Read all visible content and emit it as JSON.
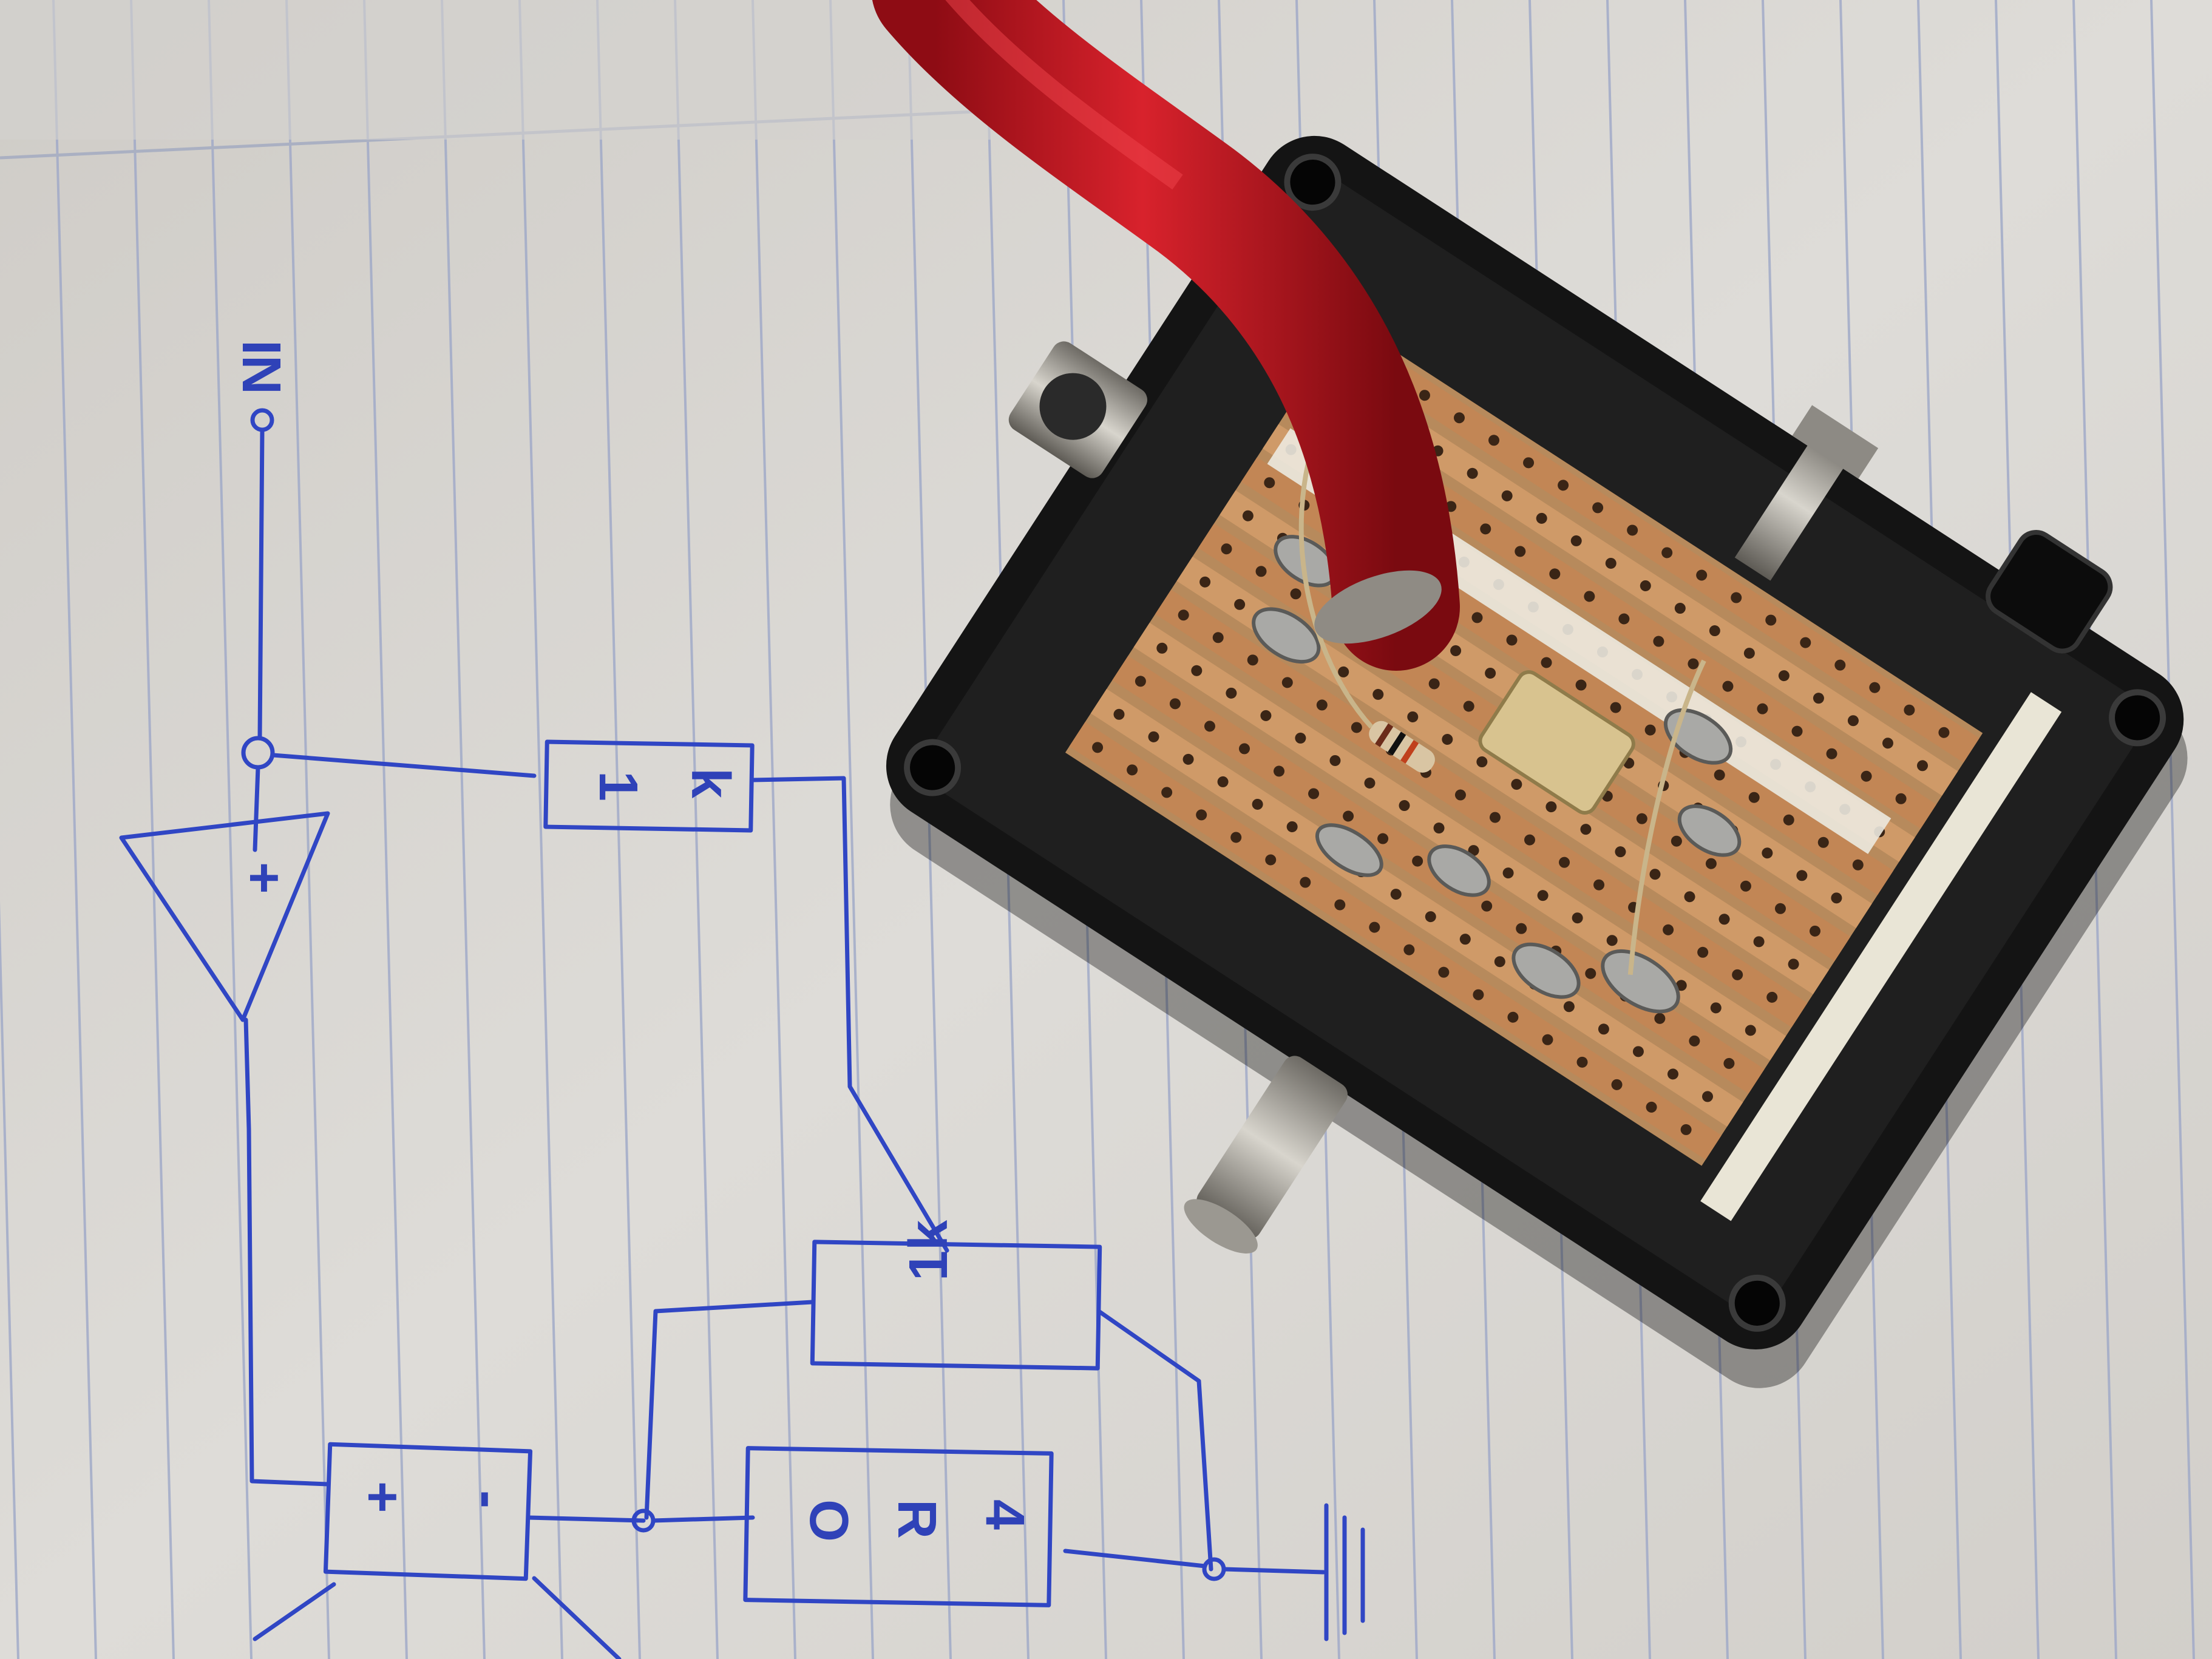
{
  "sketch": {
    "input_label": "IN",
    "plus_sign": "+",
    "resistor_top": [
      "1",
      "k"
    ],
    "resistor_middle": "1k",
    "battery_plus": "+",
    "battery_minus": "-",
    "module_letters": [
      "O",
      "R",
      "4"
    ]
  },
  "colors": {
    "paper": "#dcdad6",
    "rule_line": "#9aa6c9",
    "ink": "#3046c4",
    "enclosure": "#151515",
    "stripboard": "#c88a5a",
    "cable": "#c8141e"
  }
}
